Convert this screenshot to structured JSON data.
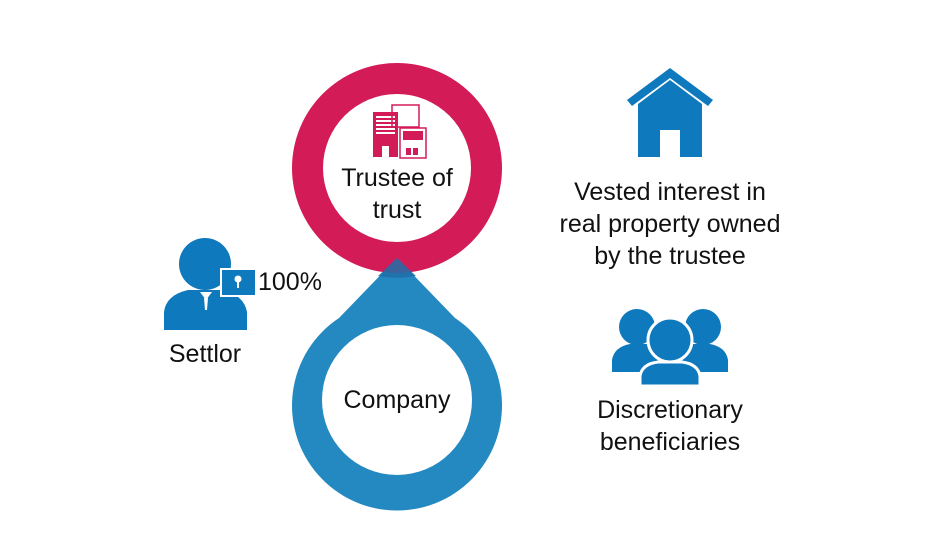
{
  "colors": {
    "trustee": "#D31B58",
    "company": "#2389C0",
    "icon": "#0E79BD"
  },
  "trustee": {
    "label_line1": "Trustee of",
    "label_line2": "trust",
    "icon": "office-building-icon"
  },
  "company": {
    "label": "Company"
  },
  "settlor": {
    "label": "Settlor",
    "ownership": "100%",
    "icon": "person-with-key-icon"
  },
  "property": {
    "line1": "Vested interest in",
    "line2": "real property owned",
    "line3": "by the trustee",
    "icon": "house-icon"
  },
  "beneficiaries": {
    "line1": "Discretionary",
    "line2": "beneficiaries",
    "icon": "group-icon"
  }
}
